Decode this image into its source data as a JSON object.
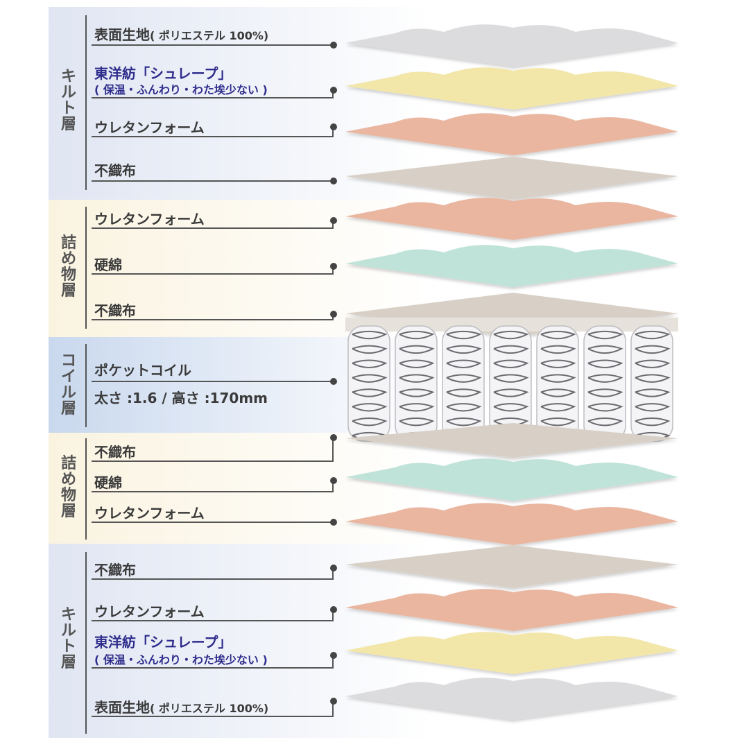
{
  "sections": [
    {
      "name": "キルト層",
      "chars": [
        "キ",
        "ル",
        "ト",
        "層"
      ],
      "band_color": "#dfe5f2"
    },
    {
      "name": "詰め物層",
      "chars": [
        "詰",
        "め",
        "物",
        "層"
      ],
      "band_color": "#faf3e0"
    },
    {
      "name": "コイル層",
      "chars": [
        "コ",
        "イ",
        "ル",
        "層"
      ],
      "band_color": "#c9d8ee"
    },
    {
      "name": "詰め物層",
      "chars": [
        "詰",
        "め",
        "物",
        "層"
      ],
      "band_color": "#faf3e0"
    },
    {
      "name": "キルト層",
      "chars": [
        "キ",
        "ル",
        "ト",
        "層"
      ],
      "band_color": "#dfe5f2"
    }
  ],
  "labels": {
    "surface_top": "表面生地",
    "surface_top_note": "( ポリエステル 100%)",
    "shurepu_top": "東洋紡「シュレープ」",
    "shurepu_top_note": "( 保温・ふんわり・わた埃少ない )",
    "urethane_1": "ウレタンフォーム",
    "nonwoven_1": "不織布",
    "urethane_2": "ウレタンフォーム",
    "hardcotton_1": "硬綿",
    "nonwoven_2": "不織布",
    "coil_title": "ポケットコイル",
    "coil_spec": "太さ :1.6 / 高さ :170mm",
    "nonwoven_3": "不織布",
    "hardcotton_2": "硬綿",
    "urethane_3": "ウレタンフォーム",
    "nonwoven_4": "不織布",
    "urethane_4": "ウレタンフォーム",
    "shurepu_bottom": "東洋紡「シュレープ」",
    "shurepu_bottom_note": "( 保温・ふんわり・わた埃少ない )",
    "surface_bottom": "表面生地",
    "surface_bottom_note": "( ポリエステル 100%)"
  },
  "colors": {
    "fabric": "#dcdcde",
    "shurepu": "#f2e6a8",
    "urethane": "#eab6a0",
    "nonwoven": "#d8d0c6",
    "hardcotton": "#bfe3d8",
    "coil_sleeve": "#f4f4f6"
  }
}
